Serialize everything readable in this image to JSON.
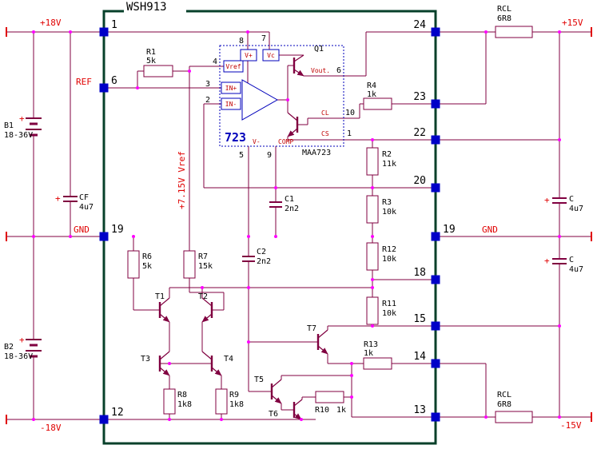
{
  "title": "WSH913",
  "rails": {
    "plus18": "+18V",
    "ref": "REF",
    "gnd_left": "GND",
    "minus18": "-18V",
    "plus15": "+15V",
    "gnd_right": "GND",
    "minus15": "-15V",
    "vref_annotation": "+7.15V Vref"
  },
  "module_pins": {
    "left": [
      "1",
      "6",
      "19",
      "12"
    ],
    "right": [
      "24",
      "23",
      "22",
      "20",
      "19",
      "18",
      "15",
      "14",
      "13"
    ]
  },
  "ic723": {
    "label": "723",
    "part": "MAA723",
    "q1": "Q1",
    "vref": "Vref",
    "in_plus": "IN+",
    "in_minus": "IN-",
    "v_plus": "V+",
    "vc": "Vc",
    "v_minus": "V-",
    "comp": "COMP",
    "vout": "Vout.",
    "cl": "CL",
    "cs": "CS",
    "pin_8": "8",
    "pin_7": "7",
    "pin_4": "4",
    "pin_3": "3",
    "pin_2": "2",
    "pin_6": "6",
    "pin_10": "10",
    "pin_1": "1",
    "pin_5": "5",
    "pin_9": "9"
  },
  "resistors": {
    "r1": {
      "d": "R1",
      "v": "5k"
    },
    "r2": {
      "d": "R2",
      "v": "11k"
    },
    "r3": {
      "d": "R3",
      "v": "10k"
    },
    "r4": {
      "d": "R4",
      "v": "1k"
    },
    "r6": {
      "d": "R6",
      "v": "5k"
    },
    "r7": {
      "d": "R7",
      "v": "15k"
    },
    "r8": {
      "d": "R8",
      "v": "1k8"
    },
    "r9": {
      "d": "R9",
      "v": "1k8"
    },
    "r10": {
      "d": "R10",
      "v": "1k"
    },
    "r11": {
      "d": "R11",
      "v": "10k"
    },
    "r12": {
      "d": "R12",
      "v": "10k"
    },
    "r13": {
      "d": "R13",
      "v": "1k"
    },
    "rcl_top": {
      "d": "RCL",
      "v": "6R8"
    },
    "rcl_bottom": {
      "d": "RCL",
      "v": "6R8"
    }
  },
  "capacitors": {
    "c1": {
      "d": "C1",
      "v": "2n2"
    },
    "c2": {
      "d": "C2",
      "v": "2n2"
    },
    "cf": {
      "d": "CF",
      "v": "4u7",
      "pol": "+"
    },
    "c_pos": {
      "d": "C",
      "v": "4u7",
      "pol": "+"
    },
    "c_neg": {
      "d": "C",
      "v": "4u7",
      "pol": "+"
    }
  },
  "batteries": {
    "b1": {
      "d": "B1",
      "v": "18-36V",
      "pol": "+"
    },
    "b2": {
      "d": "B2",
      "v": "18-36V",
      "pol": "+"
    }
  },
  "transistors": {
    "t1": "T1",
    "t2": "T2",
    "t3": "T3",
    "t4": "T4",
    "t5": "T5",
    "t6": "T6",
    "t7": "T7"
  },
  "colors": {
    "wire": "#800040",
    "label_red": "#e00000",
    "pin_blue": "#0000c8",
    "ic_blue": "#0000bb",
    "junction_magenta": "#ff00ff",
    "module_green": "#07402a"
  }
}
